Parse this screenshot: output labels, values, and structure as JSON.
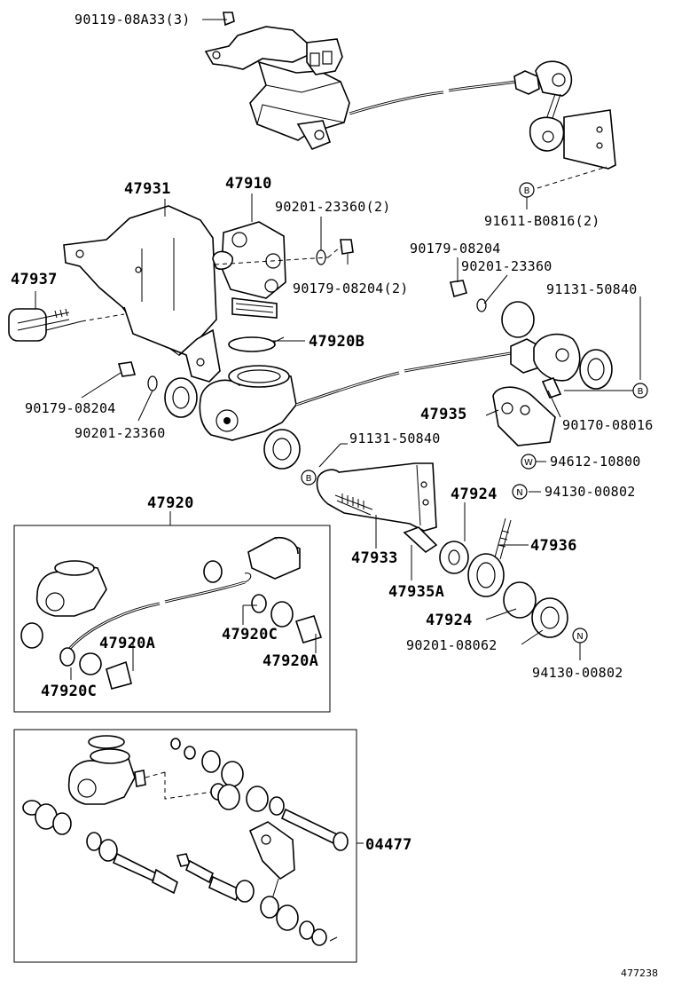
{
  "diagram": {
    "labels": {
      "p90119": "90119-08A33(3)",
      "p47931": "47931",
      "p47910": "47910",
      "p90201a": "90201-23360(2)",
      "p91611": "91611-B0816(2)",
      "p90179a": "90179-08204",
      "p90201b": "90201-23360",
      "p47937": "47937",
      "p90179b": "90179-08204(2)",
      "p91131a": "91131-50840",
      "p47920B": "47920B",
      "p90179c": "90179-08204",
      "p90201c": "90201-23360",
      "p47935": "47935",
      "p90170": "90170-08016",
      "p91131b": "91131-50840",
      "p94612": "94612-10800",
      "p47924a": "47924",
      "p94130a": "94130-00802",
      "p47920": "47920",
      "p47933": "47933",
      "p47936": "47936",
      "p47935A": "47935A",
      "p47924b": "47924",
      "p90201d": "90201-08062",
      "p47920C_1": "47920C",
      "p47920A_1": "47920A",
      "p47920A_2": "47920A",
      "p47920C_2": "47920C",
      "p94130b": "94130-00802",
      "p04477": "04477",
      "code": "477238"
    },
    "markers": {
      "B": "B",
      "W": "W",
      "N": "N"
    }
  }
}
